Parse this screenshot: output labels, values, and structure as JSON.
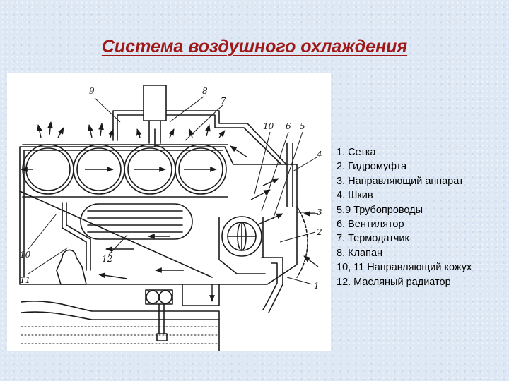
{
  "title": "Система воздушного охлаждения",
  "legend": [
    "1. Сетка",
    "2. Гидромуфта",
    "3. Направляющий аппарат",
    "4. Шкив",
    "5,9 Трубопроводы",
    "6. Вентилятор",
    "7. Термодатчик",
    "8. Клапан",
    "10, 11 Направляющий кожух",
    "12. Масляный радиатор"
  ],
  "callouts": {
    "c9": "9",
    "c8": "8",
    "c7": "7",
    "c10top": "10",
    "c6": "6",
    "c5": "5",
    "c4": "4",
    "c3": "3",
    "c2": "2",
    "c1": "1",
    "c12": "12",
    "c10left": "10",
    "c11": "11"
  },
  "colors": {
    "title": "#a01818",
    "line": "#1a1a1a"
  }
}
